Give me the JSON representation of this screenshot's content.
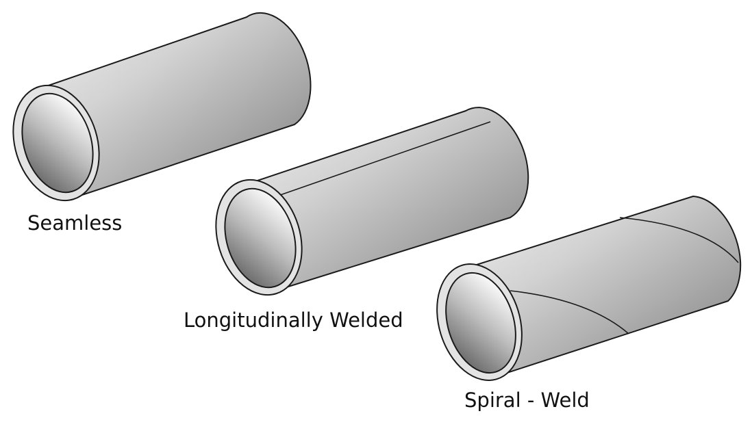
{
  "diagram": {
    "labels": {
      "seamless": "Seamless",
      "longitudinal": "Longitudinally Welded",
      "spiral": "Spiral - Weld"
    },
    "colors": {
      "outline": "#1a1a1a",
      "wall": "#e3e3e3",
      "body_light": "#e4e4e4",
      "body_mid": "#b4b4b4",
      "body_dark": "#7a7a7a",
      "bore_light": "#efefef",
      "bore_dark": "#6c6c6c"
    }
  }
}
